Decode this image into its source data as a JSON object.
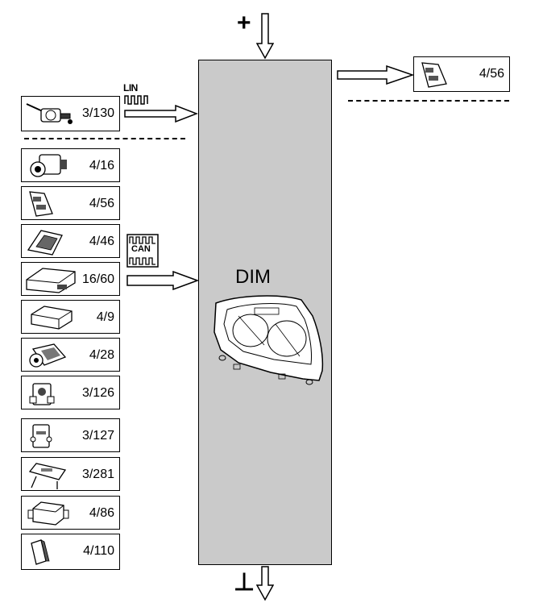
{
  "diagram": {
    "central_module": {
      "label": "DIM",
      "icon": "instrument-cluster-icon"
    },
    "power_symbol": "+",
    "ground_symbol": "⊥",
    "lin_bus": {
      "label": "LIN",
      "source_module": {
        "code": "3/130",
        "icon": "steering-column-switch-icon"
      }
    },
    "can_bus": {
      "label": "CAN",
      "modules": [
        {
          "code": "4/16",
          "icon": "brake-module-icon"
        },
        {
          "code": "4/56",
          "icon": "connector-module-icon"
        },
        {
          "code": "4/46",
          "icon": "control-unit-icon"
        },
        {
          "code": "16/60",
          "icon": "central-electronic-module-icon"
        },
        {
          "code": "4/9",
          "icon": "engine-control-module-icon"
        },
        {
          "code": "4/28",
          "icon": "steering-angle-module-icon"
        },
        {
          "code": "3/126",
          "icon": "switch-module-icon"
        },
        {
          "code": "3/127",
          "icon": "sensor-module-icon"
        },
        {
          "code": "3/281",
          "icon": "keypad-module-icon"
        },
        {
          "code": "4/86",
          "icon": "box-module-icon"
        },
        {
          "code": "4/110",
          "icon": "small-module-icon"
        }
      ]
    },
    "output_module": {
      "code": "4/56",
      "icon": "connector-module-icon"
    }
  }
}
